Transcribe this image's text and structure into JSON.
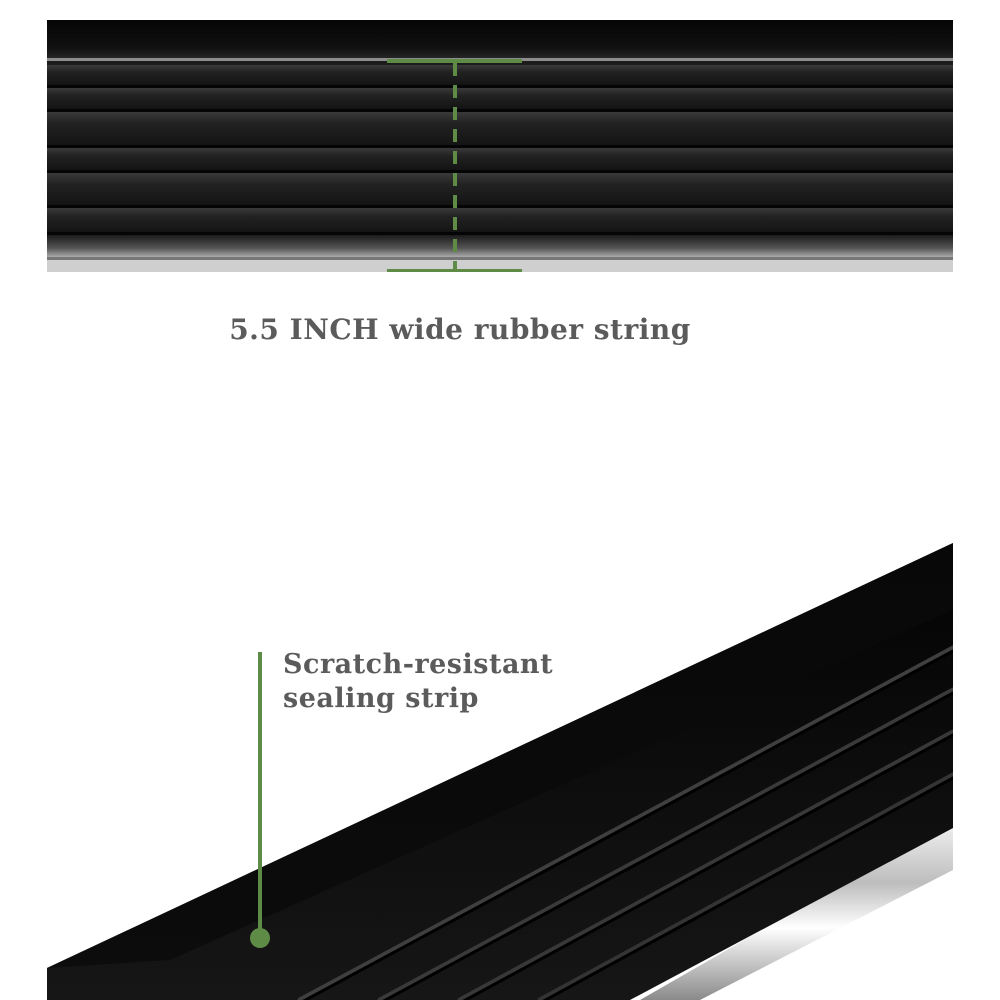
{
  "top_panel": {
    "caption": "5.5 INCH wide rubber string"
  },
  "bottom_panel": {
    "caption_line1": "Scratch-resistant",
    "caption_line2": "sealing strip"
  },
  "colors": {
    "accent_green": "#5e8c47",
    "caption_gray": "#5b5b5b",
    "board_black": "#0b0b0b"
  }
}
